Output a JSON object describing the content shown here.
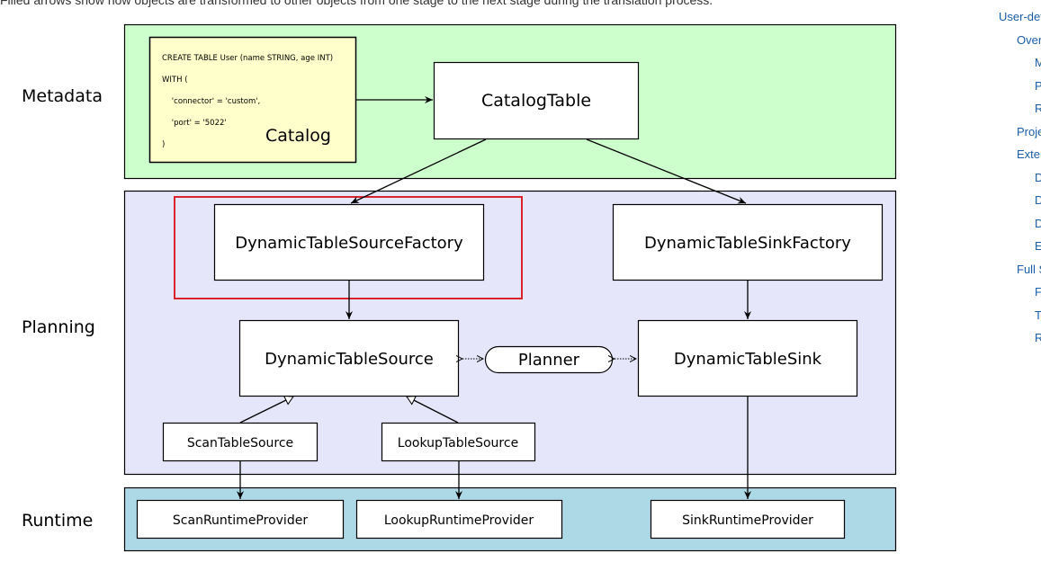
{
  "caption": "Filled arrows show how objects are transformed to other objects from one stage to the next stage during the translation process.",
  "toc": {
    "items": [
      {
        "label": "User-defined Sources & Sinks",
        "level": 0
      },
      {
        "label": "Overview",
        "level": 1
      },
      {
        "label": "Metadata",
        "level": 2
      },
      {
        "label": "Planning",
        "level": 2
      },
      {
        "label": "Runtime",
        "level": 2
      },
      {
        "label": "Project Configuration",
        "level": 1
      },
      {
        "label": "Extension Points",
        "level": 1
      },
      {
        "label": "Dynamic Table Factories",
        "level": 2
      },
      {
        "label": "Dynamic Table Source",
        "level": 2
      },
      {
        "label": "Dynamic Table Sink",
        "level": 2
      },
      {
        "label": "Encoding / Decoding Formats",
        "level": 2
      },
      {
        "label": "Full Stack Example",
        "level": 1
      },
      {
        "label": "Factories",
        "level": 2
      },
      {
        "label": "Table Source and Decoding Format",
        "level": 2
      },
      {
        "label": "Runtime",
        "level": 2
      }
    ]
  },
  "diagram": {
    "stages": {
      "metadata": "Metadata",
      "planning": "Planning",
      "runtime": "Runtime"
    },
    "colors": {
      "metadata_bg": "#ccffcc",
      "planning_bg": "#e6e6fa",
      "runtime_bg": "#add8e6",
      "catalog_bg": "#ffffcc",
      "highlight": "#d9232e"
    },
    "catalog": {
      "sql_lines": [
        "CREATE TABLE User (name STRING, age INT)",
        "WITH (",
        "    'connector' = 'custom',",
        "    'port' = '5022'",
        ")"
      ],
      "title": "Catalog"
    },
    "nodes": {
      "catalog_table": "CatalogTable",
      "source_factory": "DynamicTableSourceFactory",
      "sink_factory": "DynamicTableSinkFactory",
      "source": "DynamicTableSource",
      "planner": "Planner",
      "sink": "DynamicTableSink",
      "scan_source": "ScanTableSource",
      "lookup_source": "LookupTableSource",
      "scan_provider": "ScanRuntimeProvider",
      "lookup_provider": "LookupRuntimeProvider",
      "sink_provider": "SinkRuntimeProvider"
    }
  }
}
